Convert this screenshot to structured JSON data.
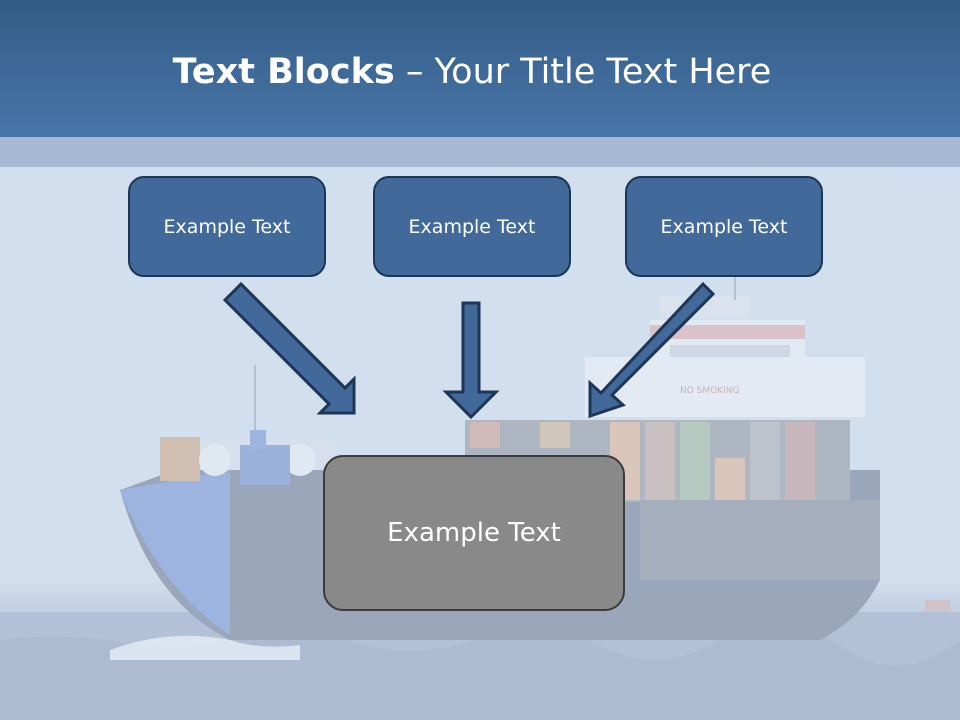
{
  "slide": {
    "title_bold": "Text Blocks",
    "title_rest": " – Your Title Text Here"
  },
  "boxes": [
    {
      "label": "Example Text"
    },
    {
      "label": "Example Text"
    },
    {
      "label": "Example Text"
    }
  ],
  "center_box": {
    "label": "Example Text"
  },
  "background": {
    "ship_text": "NO SMOKING"
  },
  "colors": {
    "header": "#3f6a99",
    "header_strip": "#a8b9d3",
    "box_fill": "#41699a",
    "box_border": "#1e3656",
    "center_fill": "#898989",
    "arrow": "#41699a"
  }
}
